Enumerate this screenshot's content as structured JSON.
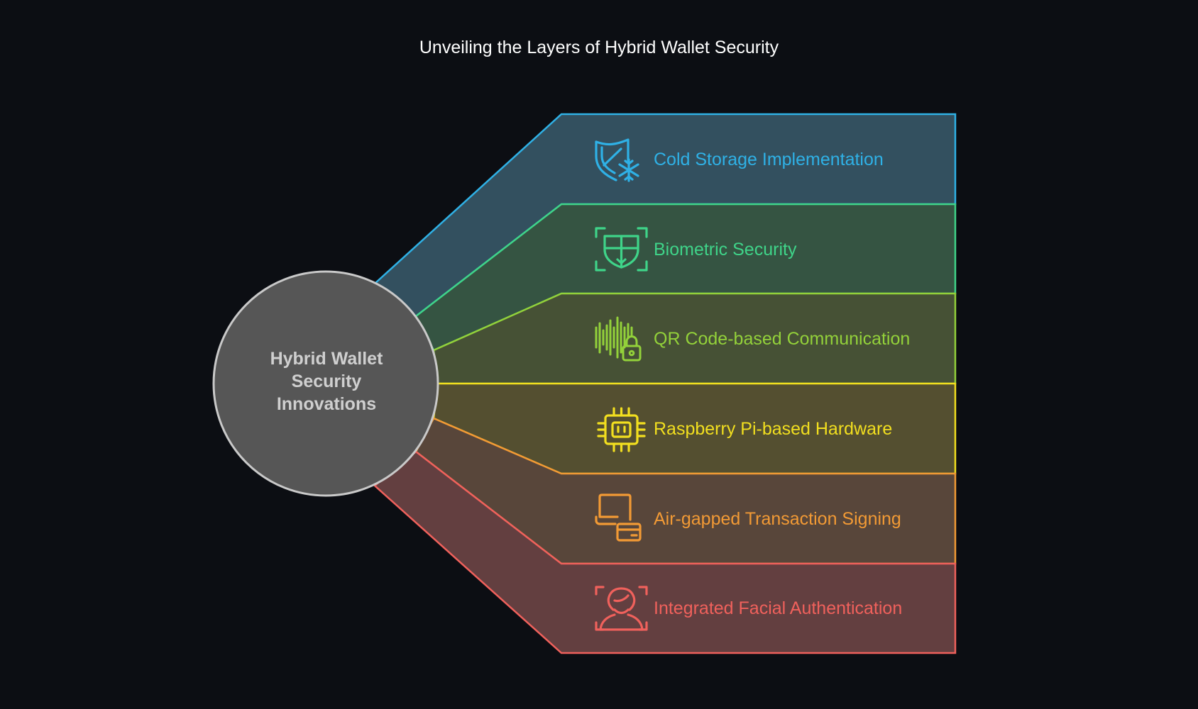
{
  "title": "Unveiling the Layers of Hybrid Wallet Security",
  "center": {
    "lines": [
      "Hybrid Wallet",
      "Security",
      "Innovations"
    ],
    "fill": "#565656",
    "stroke": "#c9c9c9"
  },
  "layers": [
    {
      "label": "Cold Storage Implementation",
      "color": "#2fb1e6",
      "fill": "#33505f",
      "icon": "shield-snowflake-icon"
    },
    {
      "label": "Biometric Security",
      "color": "#3fd489",
      "fill": "#355442",
      "icon": "face-scan-shield-icon"
    },
    {
      "label": "QR Code-based Communication",
      "color": "#93d13a",
      "fill": "#465135",
      "icon": "soundwave-lock-icon"
    },
    {
      "label": "Raspberry Pi-based Hardware",
      "color": "#f2df1f",
      "fill": "#544f30",
      "icon": "chip-icon"
    },
    {
      "label": "Air-gapped Transaction Signing",
      "color": "#f29a35",
      "fill": "#58463a",
      "icon": "laptop-card-icon"
    },
    {
      "label": "Integrated Facial Authentication",
      "color": "#f0615c",
      "fill": "#633f40",
      "icon": "face-id-person-icon"
    }
  ]
}
